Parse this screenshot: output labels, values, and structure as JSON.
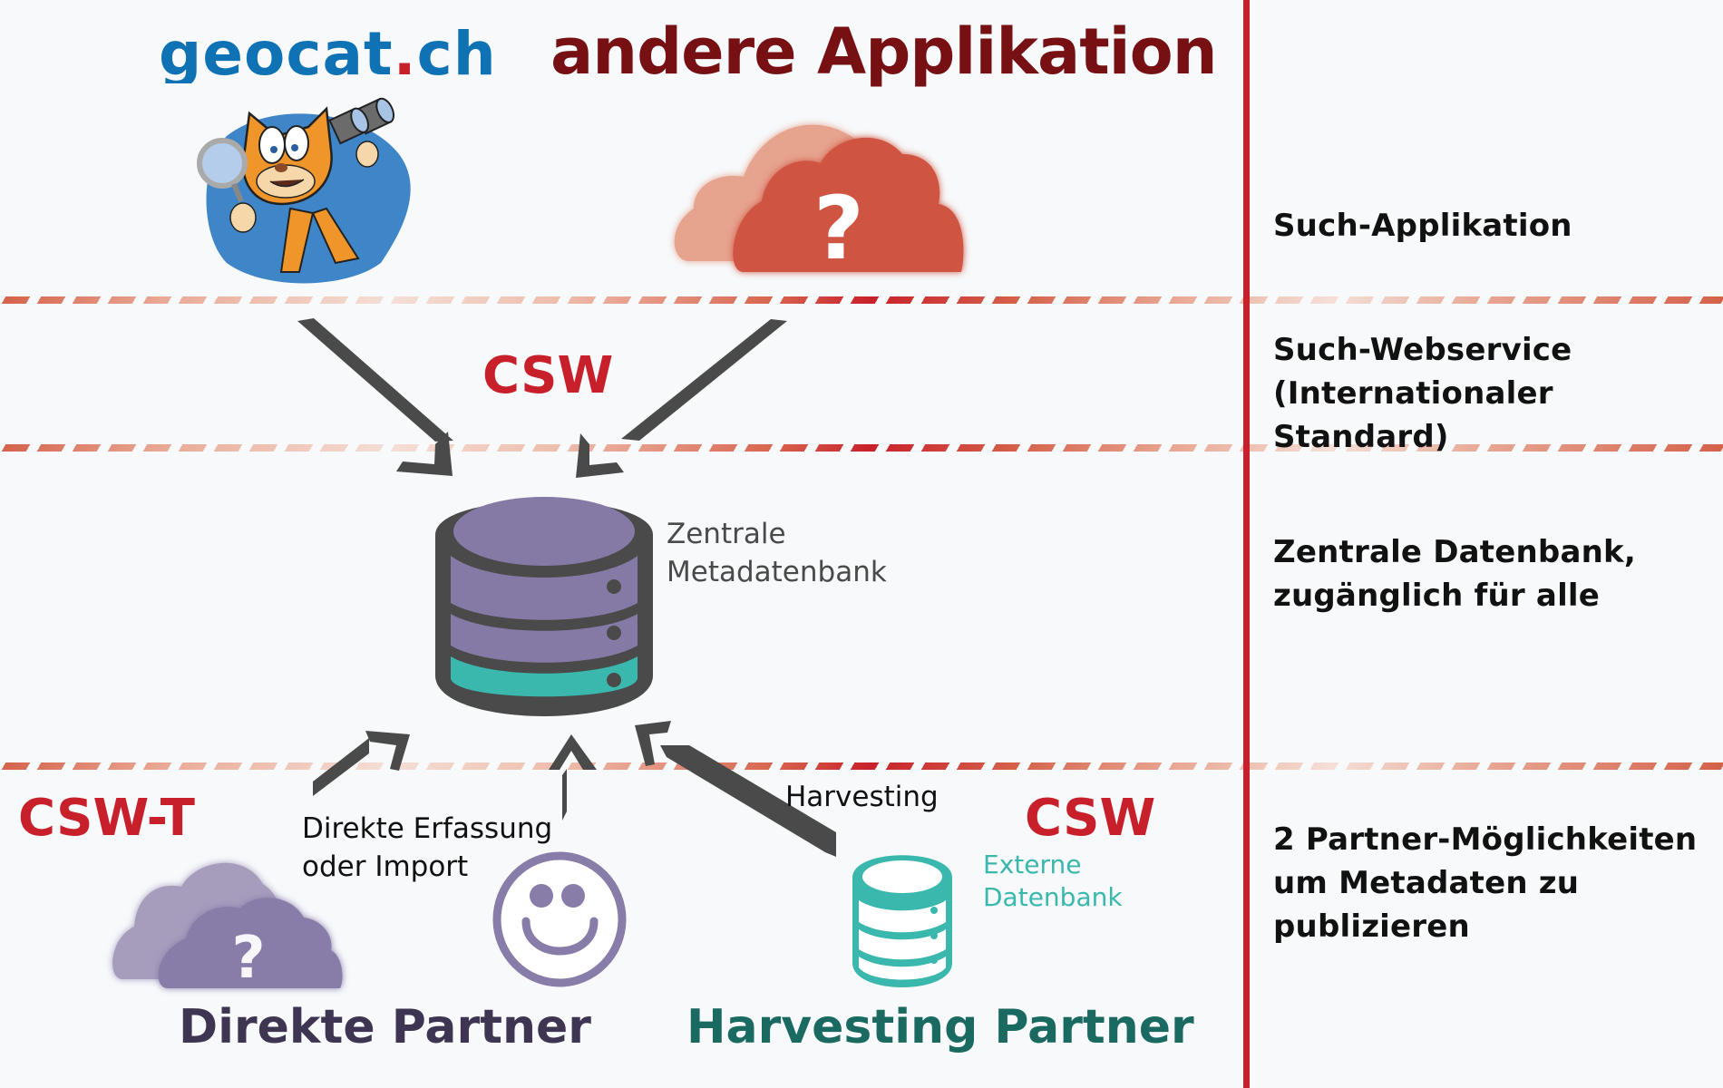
{
  "header": {
    "geocat_logo": {
      "text_main": "geocat",
      "text_dot": ".",
      "text_tld": "ch",
      "color": "#0f72b5",
      "dot_color": "#c8202a"
    },
    "other_app_title": "andere Applikation",
    "other_app_color": "#761013"
  },
  "middle": {
    "csw_top_label": "CSW",
    "central_db_label": [
      "Zentrale",
      "Metadatenbank"
    ]
  },
  "bottom": {
    "csw_t_label": "CSW-T",
    "direct_entry_label": [
      "Direkte Erfassung",
      "oder Import"
    ],
    "harvesting_label": "Harvesting",
    "csw_bottom_label": "CSW",
    "external_db_label": [
      "Externe",
      "Datenbank"
    ],
    "direct_partner_title": "Direkte Partner",
    "harvesting_partner_title": "Harvesting Partner"
  },
  "layers": [
    {
      "label": [
        "Such-Applikation"
      ]
    },
    {
      "label": [
        "Such-Webservice",
        "(Internationaler Standard)"
      ]
    },
    {
      "label": [
        "Zentrale Datenbank,",
        "zugänglich für alle"
      ]
    },
    {
      "label": [
        "2 Partner-Möglichkeiten",
        "um Metadaten zu",
        "publizieren"
      ]
    }
  ],
  "icons": {
    "cloud_question_mark": "?"
  },
  "colors": {
    "accent_red": "#c8202a",
    "db_purple": "#857aa6",
    "db_teal": "#3bb8ad",
    "db_outline": "#4a4a4a",
    "direct_partner": "#3e3552",
    "harvesting_partner": "#1b6a62",
    "cloud_red_front": "#cf5443",
    "cloud_red_back": "#e6a38e",
    "cloud_purple_front": "#887ca8",
    "cloud_purple_back": "#a69dbd"
  }
}
